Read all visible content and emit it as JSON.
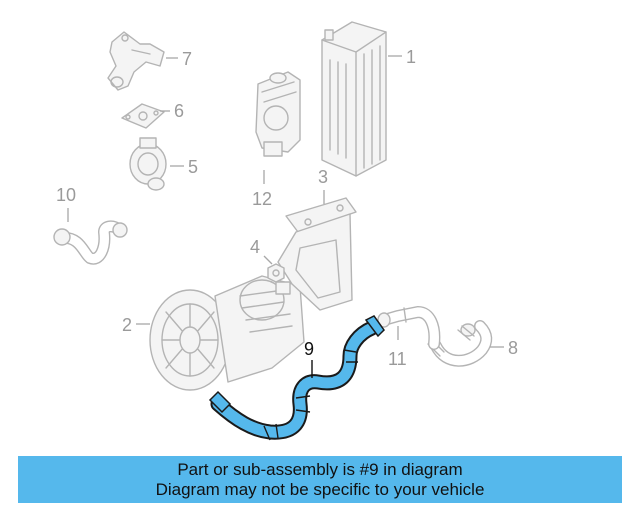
{
  "callouts": {
    "c1": "1",
    "c2": "2",
    "c3": "3",
    "c4": "4",
    "c5": "5",
    "c6": "6",
    "c7": "7",
    "c8": "8",
    "c9": "9",
    "c10": "10",
    "c11": "11",
    "c12": "12"
  },
  "colors": {
    "highlight_part": "#55b8ec",
    "banner_background": "#55b8ec",
    "outline_gray": "#b4b4b4",
    "label_gray": "#9a9a9a"
  },
  "banner": {
    "line1": "Part or sub-assembly is #9 in diagram",
    "line2": "Diagram may not be specific to your vehicle"
  }
}
